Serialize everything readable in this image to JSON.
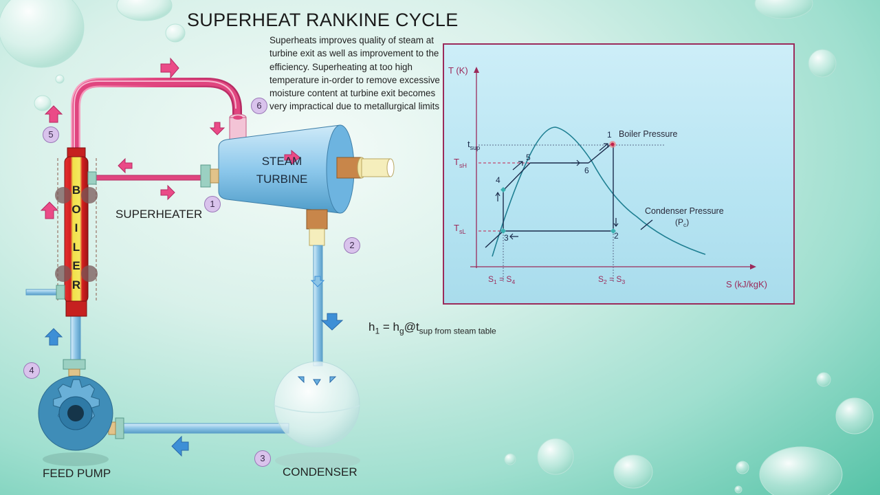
{
  "title": "SUPERHEAT RANKINE CYCLE",
  "description": "Superheats improves quality of steam at turbine exit as well as improvement to the efficiency. Superheating at too high temperature in-order to remove excessive moisture content at turbine exit becomes very impractical due to metallurgical limits",
  "components": {
    "steam_turbine_line1": "STEAM",
    "steam_turbine_line2": "TURBINE",
    "superheater": "SUPERHEATER",
    "boiler_letters": [
      "B",
      "O",
      "I",
      "L",
      "E",
      "R"
    ],
    "feed_pump": "FEED PUMP",
    "condenser": "CONDENSER"
  },
  "state_badges": [
    "1",
    "2",
    "3",
    "4",
    "5",
    "6"
  ],
  "formula": {
    "lhs_base": "h",
    "lhs_sub": "1",
    "eq": " = h",
    "mid_sub": "g",
    "at": "@t",
    "rhs_sub": "sup from steam table"
  },
  "ts_diagram": {
    "y_axis_label": "T (K)",
    "x_axis_label": "S (kJ/kgK)",
    "tsup_base": "t",
    "tsup_sub": "sup",
    "tsh_base": "T",
    "tsh_sub": "sH",
    "tsl_base": "T",
    "tsl_sub": "sL",
    "boiler_pressure": "Boiler Pressure",
    "condenser_pressure": "Condenser Pressure",
    "condenser_pressure_sym_base": "(P",
    "condenser_pressure_sym_sub": "c",
    "condenser_pressure_sym_end": ")",
    "s_left_a": "S",
    "s_left_a_sub": "1",
    "s_left_eq": " = S",
    "s_left_b_sub": "4",
    "s_right_a": "S",
    "s_right_a_sub": "2",
    "s_right_eq": " = S",
    "s_right_b_sub": "3",
    "point_labels": [
      "1",
      "2",
      "3",
      "4",
      "5",
      "6"
    ]
  },
  "colors": {
    "steam_pipe": "#e0457f",
    "water_pipe": "#8cc4e6",
    "turbine": "#8ec9ec",
    "boiler_red": "#d42020",
    "boiler_yellow": "#f1e04a",
    "pump": "#3f8db8",
    "panel_border": "#9b2a5a",
    "arrow_pink": "#ea4b87",
    "arrow_blue": "#3d8fd6"
  }
}
